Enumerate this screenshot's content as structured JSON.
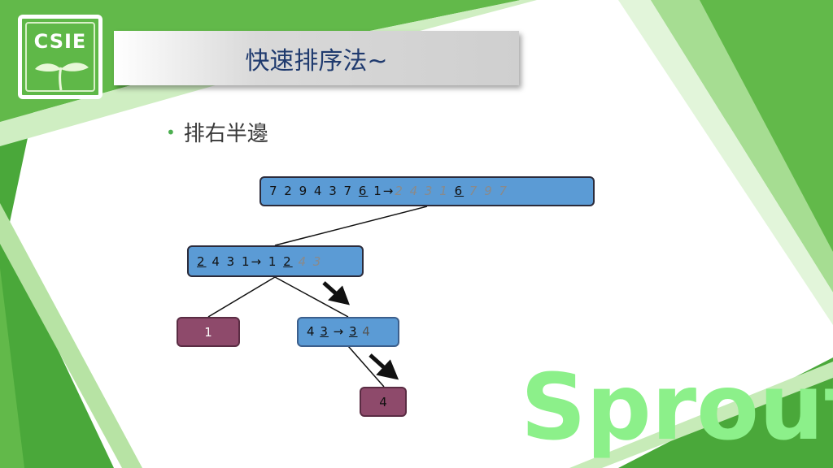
{
  "logo": {
    "text": "CSIE"
  },
  "title": "快速排序法~",
  "bullet": "排右半邊",
  "watermark": "Sprout",
  "nodes": {
    "root": {
      "left": "7 2 9 4 3 7 ",
      "pivot": "6",
      "left2": " 1→",
      "gray1": "2 4 3 1 ",
      "pivot2": "6",
      "gray2": " 7 9 7"
    },
    "mid": {
      "pivot": "2",
      "rest": " 4 3 1→ 1 ",
      "pivot2": "2",
      "gray": " 4 3"
    },
    "leaf1": {
      "value": "1"
    },
    "node34": {
      "a": "4 ",
      "pivot": "3",
      "arrow": " → ",
      "pivot2": "3",
      "gray": " 4"
    },
    "leaf4": {
      "value": "4"
    }
  },
  "colors": {
    "green_dark": "#4aa83a",
    "green_light": "#9ed98a",
    "node_blue": "#5b9bd5",
    "leaf_purple": "#8e4a6b",
    "watermark": "#8cf08a"
  }
}
